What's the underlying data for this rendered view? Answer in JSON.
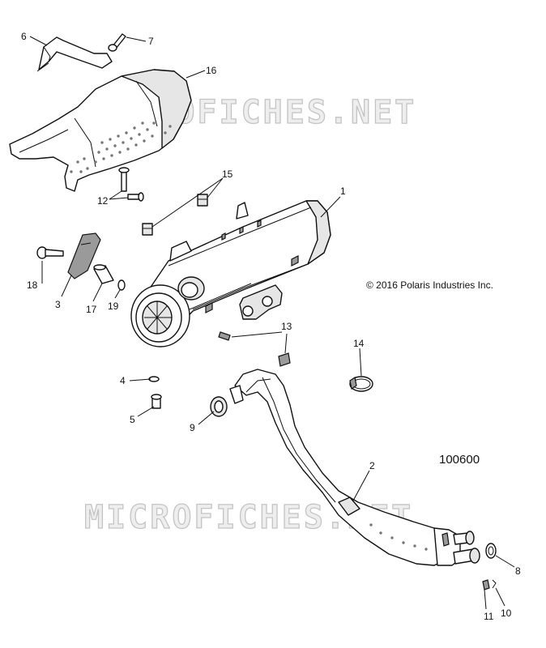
{
  "watermarks": [
    "MICROFICHES.NET",
    "MICROFICHES.NET"
  ],
  "copyright": "© 2016 Polaris Industries Inc.",
  "drawing_number": "100600",
  "callouts": {
    "c1": "1",
    "c2": "2",
    "c3": "3",
    "c4": "4",
    "c5": "5",
    "c6": "6",
    "c7": "7",
    "c8": "8",
    "c9": "9",
    "c10": "10",
    "c11": "11",
    "c12": "12",
    "c13": "13",
    "c14": "14",
    "c15": "15",
    "c16": "16",
    "c17": "17",
    "c18": "18",
    "c19": "19"
  }
}
